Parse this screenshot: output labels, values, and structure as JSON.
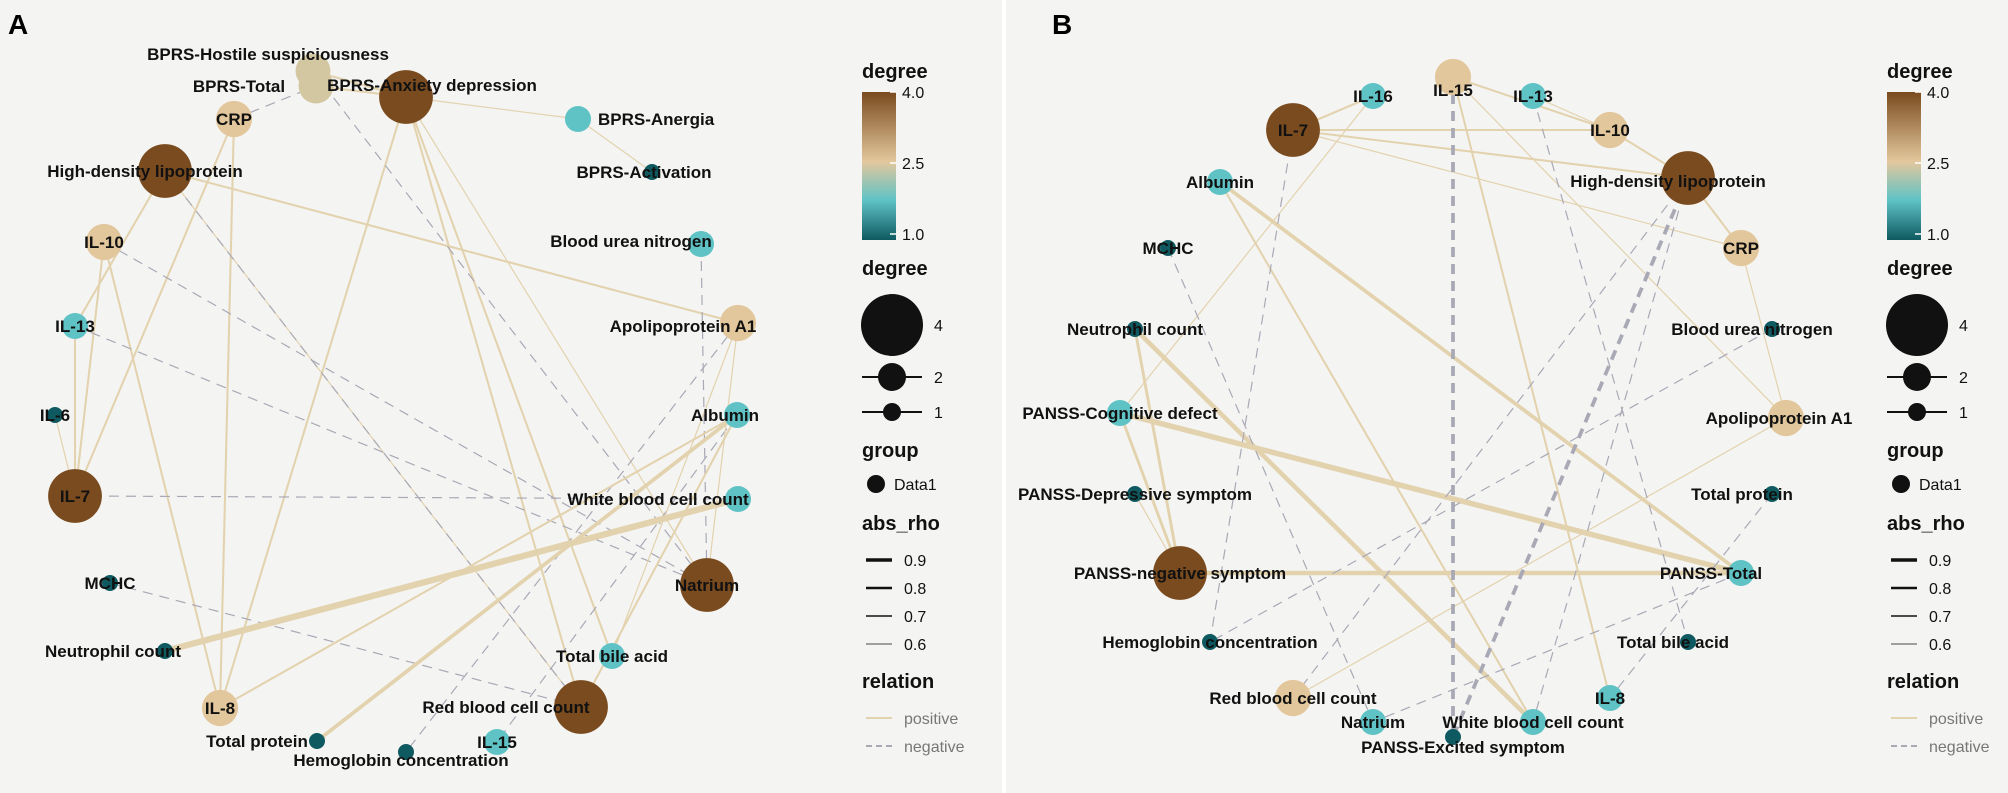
{
  "colors": {
    "positive": "#e3d2ae",
    "negative": "#a9a9b6",
    "degree_low": "#0e5a60",
    "degree_mid": "#5fc3c6",
    "degree_2_5": "#e3c79c",
    "degree_high": "#7a4b1f"
  },
  "panels": [
    {
      "letter": "A",
      "nodes": [
        {
          "id": "hostile",
          "label": "BPRS-Hostile suspiciousness",
          "degree": 2.5
        },
        {
          "id": "total",
          "label": "BPRS-Total",
          "degree": 2.5
        },
        {
          "id": "anxiety",
          "label": "BPRS-Anxiety depression",
          "degree": 4
        },
        {
          "id": "anergia",
          "label": "BPRS-Anergia",
          "degree": 1.8
        },
        {
          "id": "activation",
          "label": "BPRS-Activation",
          "degree": 1
        },
        {
          "id": "bun",
          "label": "Blood urea nitrogen",
          "degree": 1.8
        },
        {
          "id": "apoa1",
          "label": "Apolipoprotein A1",
          "degree": 2.6
        },
        {
          "id": "albumin",
          "label": "Albumin",
          "degree": 1.8
        },
        {
          "id": "wbc",
          "label": "White blood cell count",
          "degree": 1.8
        },
        {
          "id": "natrium",
          "label": "Natrium",
          "degree": 4
        },
        {
          "id": "tba",
          "label": "Total bile acid",
          "degree": 1.8
        },
        {
          "id": "rbc",
          "label": "Red blood cell count",
          "degree": 4
        },
        {
          "id": "il15",
          "label": "IL-15",
          "degree": 1.8
        },
        {
          "id": "hgb",
          "label": "Hemoglobin concentration",
          "degree": 1
        },
        {
          "id": "tp",
          "label": "Total protein",
          "degree": 1
        },
        {
          "id": "il8",
          "label": "IL-8",
          "degree": 2.6
        },
        {
          "id": "neut",
          "label": "Neutrophil count",
          "degree": 1
        },
        {
          "id": "mchc",
          "label": "MCHC",
          "degree": 1
        },
        {
          "id": "il7",
          "label": "IL-7",
          "degree": 4
        },
        {
          "id": "il6",
          "label": "IL-6",
          "degree": 1
        },
        {
          "id": "il13",
          "label": "IL-13",
          "degree": 1.8
        },
        {
          "id": "il10",
          "label": "IL-10",
          "degree": 2.6
        },
        {
          "id": "hdl",
          "label": "High-density lipoprotein",
          "degree": 4
        },
        {
          "id": "crp",
          "label": "CRP",
          "degree": 2.6
        }
      ],
      "edges": [
        {
          "from": "hdl",
          "to": "apoa1",
          "relation": "positive",
          "abs_rho": 0.65
        },
        {
          "from": "crp",
          "to": "il7",
          "relation": "positive",
          "abs_rho": 0.65
        },
        {
          "from": "crp",
          "to": "il8",
          "relation": "positive",
          "abs_rho": 0.65
        },
        {
          "from": "il10",
          "to": "il7",
          "relation": "positive",
          "abs_rho": 0.65
        },
        {
          "from": "il10",
          "to": "il8",
          "relation": "positive",
          "abs_rho": 0.65
        },
        {
          "from": "hdl",
          "to": "il13",
          "relation": "positive",
          "abs_rho": 0.65
        },
        {
          "from": "hdl",
          "to": "rbc",
          "relation": "positive",
          "abs_rho": 0.6
        },
        {
          "from": "il7",
          "to": "il13",
          "relation": "positive",
          "abs_rho": 0.65
        },
        {
          "from": "il6",
          "to": "il7",
          "relation": "positive",
          "abs_rho": 0.6
        },
        {
          "from": "anxiety",
          "to": "il8",
          "relation": "positive",
          "abs_rho": 0.65
        },
        {
          "from": "anxiety",
          "to": "rbc",
          "relation": "positive",
          "abs_rho": 0.65
        },
        {
          "from": "anxiety",
          "to": "tba",
          "relation": "positive",
          "abs_rho": 0.65
        },
        {
          "from": "total",
          "to": "anxiety",
          "relation": "positive",
          "abs_rho": 0.65
        },
        {
          "from": "hostile",
          "to": "anxiety",
          "relation": "positive",
          "abs_rho": 0.65
        },
        {
          "from": "anxiety",
          "to": "anergia",
          "relation": "positive",
          "abs_rho": 0.6
        },
        {
          "from": "anxiety",
          "to": "natrium",
          "relation": "positive",
          "abs_rho": 0.6
        },
        {
          "from": "anergia",
          "to": "activation",
          "relation": "positive",
          "abs_rho": 0.6
        },
        {
          "from": "hostile",
          "to": "natrium",
          "relation": "negative",
          "abs_rho": 0.6
        },
        {
          "from": "crp",
          "to": "total",
          "relation": "negative",
          "abs_rho": 0.6
        },
        {
          "from": "bun",
          "to": "natrium",
          "relation": "negative",
          "abs_rho": 0.6
        },
        {
          "from": "hdl",
          "to": "rbc",
          "relation": "negative",
          "abs_rho": 0.6
        },
        {
          "from": "il10",
          "to": "natrium",
          "relation": "negative",
          "abs_rho": 0.6
        },
        {
          "from": "il13",
          "to": "natrium",
          "relation": "negative",
          "abs_rho": 0.6
        },
        {
          "from": "il7",
          "to": "wbc",
          "relation": "negative",
          "abs_rho": 0.6
        },
        {
          "from": "mchc",
          "to": "rbc",
          "relation": "negative",
          "abs_rho": 0.6
        },
        {
          "from": "apoa1",
          "to": "hgb",
          "relation": "negative",
          "abs_rho": 0.6
        },
        {
          "from": "albumin",
          "to": "il15",
          "relation": "negative",
          "abs_rho": 0.6
        },
        {
          "from": "neut",
          "to": "wbc",
          "relation": "positive",
          "abs_rho": 0.9
        },
        {
          "from": "tp",
          "to": "albumin",
          "relation": "positive",
          "abs_rho": 0.75
        },
        {
          "from": "il8",
          "to": "albumin",
          "relation": "positive",
          "abs_rho": 0.65
        },
        {
          "from": "rbc",
          "to": "albumin",
          "relation": "positive",
          "abs_rho": 0.65
        },
        {
          "from": "natrium",
          "to": "apoa1",
          "relation": "positive",
          "abs_rho": 0.6
        },
        {
          "from": "tba",
          "to": "apoa1",
          "relation": "positive",
          "abs_rho": 0.6
        }
      ],
      "legend": {
        "degree_title": "degree",
        "degree_ticks": [
          "4.0",
          "2.5",
          "1.0"
        ],
        "size_title": "degree",
        "size_items": [
          {
            "label": "4",
            "size": 4
          },
          {
            "label": "2",
            "size": 2
          },
          {
            "label": "1",
            "size": 1
          }
        ],
        "group_title": "group",
        "group_item": "Data1",
        "rho_title": "abs_rho",
        "rho_items": [
          {
            "label": "0.9",
            "value": 0.9
          },
          {
            "label": "0.8",
            "value": 0.8
          },
          {
            "label": "0.7",
            "value": 0.7
          },
          {
            "label": "0.6",
            "value": 0.6
          }
        ],
        "relation_title": "relation",
        "relation_items": [
          {
            "label": "positive",
            "relation": "positive"
          },
          {
            "label": "negative",
            "relation": "negative"
          }
        ]
      }
    },
    {
      "letter": "B",
      "nodes": [
        {
          "id": "il15",
          "label": "IL-15",
          "degree": 2.6
        },
        {
          "id": "il13",
          "label": "IL-13",
          "degree": 1.8
        },
        {
          "id": "il10",
          "label": "IL-10",
          "degree": 2.6
        },
        {
          "id": "hdl",
          "label": "High-density lipoprotein",
          "degree": 4
        },
        {
          "id": "crp",
          "label": "CRP",
          "degree": 2.6
        },
        {
          "id": "bun",
          "label": "Blood urea nitrogen",
          "degree": 1
        },
        {
          "id": "apoa1",
          "label": "Apolipoprotein A1",
          "degree": 2.6
        },
        {
          "id": "tp",
          "label": "Total protein",
          "degree": 1
        },
        {
          "id": "panss_total",
          "label": "PANSS-Total",
          "degree": 1.8
        },
        {
          "id": "tba",
          "label": "Total bile acid",
          "degree": 1
        },
        {
          "id": "il8",
          "label": "IL-8",
          "degree": 1.8
        },
        {
          "id": "wbc",
          "label": "White blood cell count",
          "degree": 1.8
        },
        {
          "id": "excited",
          "label": "PANSS-Excited symptom",
          "degree": 1
        },
        {
          "id": "natrium",
          "label": "Natrium",
          "degree": 1.8
        },
        {
          "id": "rbc",
          "label": "Red blood cell count",
          "degree": 2.6
        },
        {
          "id": "hgb",
          "label": "Hemoglobin concentration",
          "degree": 1
        },
        {
          "id": "negative",
          "label": "PANSS-negative symptom",
          "degree": 4
        },
        {
          "id": "depressive",
          "label": "PANSS-Depressive symptom",
          "degree": 1
        },
        {
          "id": "cognitive",
          "label": "PANSS-Cognitive defect",
          "degree": 1.8
        },
        {
          "id": "neut",
          "label": "Neutrophil count",
          "degree": 1
        },
        {
          "id": "mchc",
          "label": "MCHC",
          "degree": 1
        },
        {
          "id": "albumin",
          "label": "Albumin",
          "degree": 1.8
        },
        {
          "id": "il7",
          "label": "IL-7",
          "degree": 4
        },
        {
          "id": "il16",
          "label": "IL-16",
          "degree": 1.8
        }
      ],
      "edges": [
        {
          "from": "il7",
          "to": "il16",
          "relation": "positive",
          "abs_rho": 0.65
        },
        {
          "from": "il7",
          "to": "il10",
          "relation": "positive",
          "abs_rho": 0.65
        },
        {
          "from": "il7",
          "to": "hdl",
          "relation": "positive",
          "abs_rho": 0.65
        },
        {
          "from": "il7",
          "to": "crp",
          "relation": "positive",
          "abs_rho": 0.6
        },
        {
          "from": "il15",
          "to": "il10",
          "relation": "positive",
          "abs_rho": 0.65
        },
        {
          "from": "il15",
          "to": "apoa1",
          "relation": "positive",
          "abs_rho": 0.6
        },
        {
          "from": "il15",
          "to": "il8",
          "relation": "positive",
          "abs_rho": 0.65
        },
        {
          "from": "il13",
          "to": "il10",
          "relation": "positive",
          "abs_rho": 0.6
        },
        {
          "from": "il10",
          "to": "hdl",
          "relation": "positive",
          "abs_rho": 0.65
        },
        {
          "from": "hdl",
          "to": "crp",
          "relation": "positive",
          "abs_rho": 0.65
        },
        {
          "from": "crp",
          "to": "apoa1",
          "relation": "positive",
          "abs_rho": 0.6
        },
        {
          "from": "albumin",
          "to": "panss_total",
          "relation": "positive",
          "abs_rho": 0.75
        },
        {
          "from": "albumin",
          "to": "wbc",
          "relation": "positive",
          "abs_rho": 0.65
        },
        {
          "from": "il16",
          "to": "cognitive",
          "relation": "positive",
          "abs_rho": 0.6
        },
        {
          "from": "neut",
          "to": "negative",
          "relation": "positive",
          "abs_rho": 0.7
        },
        {
          "from": "neut",
          "to": "wbc",
          "relation": "positive",
          "abs_rho": 0.8
        },
        {
          "from": "cognitive",
          "to": "panss_total",
          "relation": "positive",
          "abs_rho": 0.85
        },
        {
          "from": "cognitive",
          "to": "negative",
          "relation": "positive",
          "abs_rho": 0.7
        },
        {
          "from": "negative",
          "to": "panss_total",
          "relation": "positive",
          "abs_rho": 0.8
        },
        {
          "from": "negative",
          "to": "depressive",
          "relation": "positive",
          "abs_rho": 0.6
        },
        {
          "from": "rbc",
          "to": "apoa1",
          "relation": "positive",
          "abs_rho": 0.6
        },
        {
          "from": "il15",
          "to": "excited",
          "relation": "negative",
          "abs_rho": 0.75
        },
        {
          "from": "il7",
          "to": "hgb",
          "relation": "negative",
          "abs_rho": 0.6
        },
        {
          "from": "mchc",
          "to": "natrium",
          "relation": "negative",
          "abs_rho": 0.6
        },
        {
          "from": "il13",
          "to": "tba",
          "relation": "negative",
          "abs_rho": 0.6
        },
        {
          "from": "hdl",
          "to": "wbc",
          "relation": "negative",
          "abs_rho": 0.6
        },
        {
          "from": "hdl",
          "to": "excited",
          "relation": "negative",
          "abs_rho": 0.75
        },
        {
          "from": "hdl",
          "to": "rbc",
          "relation": "negative",
          "abs_rho": 0.6
        },
        {
          "from": "bun",
          "to": "hgb",
          "relation": "negative",
          "abs_rho": 0.6
        },
        {
          "from": "tp",
          "to": "il8",
          "relation": "negative",
          "abs_rho": 0.6
        },
        {
          "from": "panss_total",
          "to": "natrium",
          "relation": "negative",
          "abs_rho": 0.6
        }
      ],
      "legend": {
        "degree_title": "degree",
        "degree_ticks": [
          "4.0",
          "2.5",
          "1.0"
        ],
        "size_title": "degree",
        "size_items": [
          {
            "label": "4",
            "size": 4
          },
          {
            "label": "2",
            "size": 2
          },
          {
            "label": "1",
            "size": 1
          }
        ],
        "group_title": "group",
        "group_item": "Data1",
        "rho_title": "abs_rho",
        "rho_items": [
          {
            "label": "0.9",
            "value": 0.9
          },
          {
            "label": "0.8",
            "value": 0.8
          },
          {
            "label": "0.7",
            "value": 0.7
          },
          {
            "label": "0.6",
            "value": 0.6
          }
        ],
        "relation_title": "relation",
        "relation_items": [
          {
            "label": "positive",
            "relation": "positive"
          },
          {
            "label": "negative",
            "relation": "negative"
          }
        ]
      }
    }
  ]
}
